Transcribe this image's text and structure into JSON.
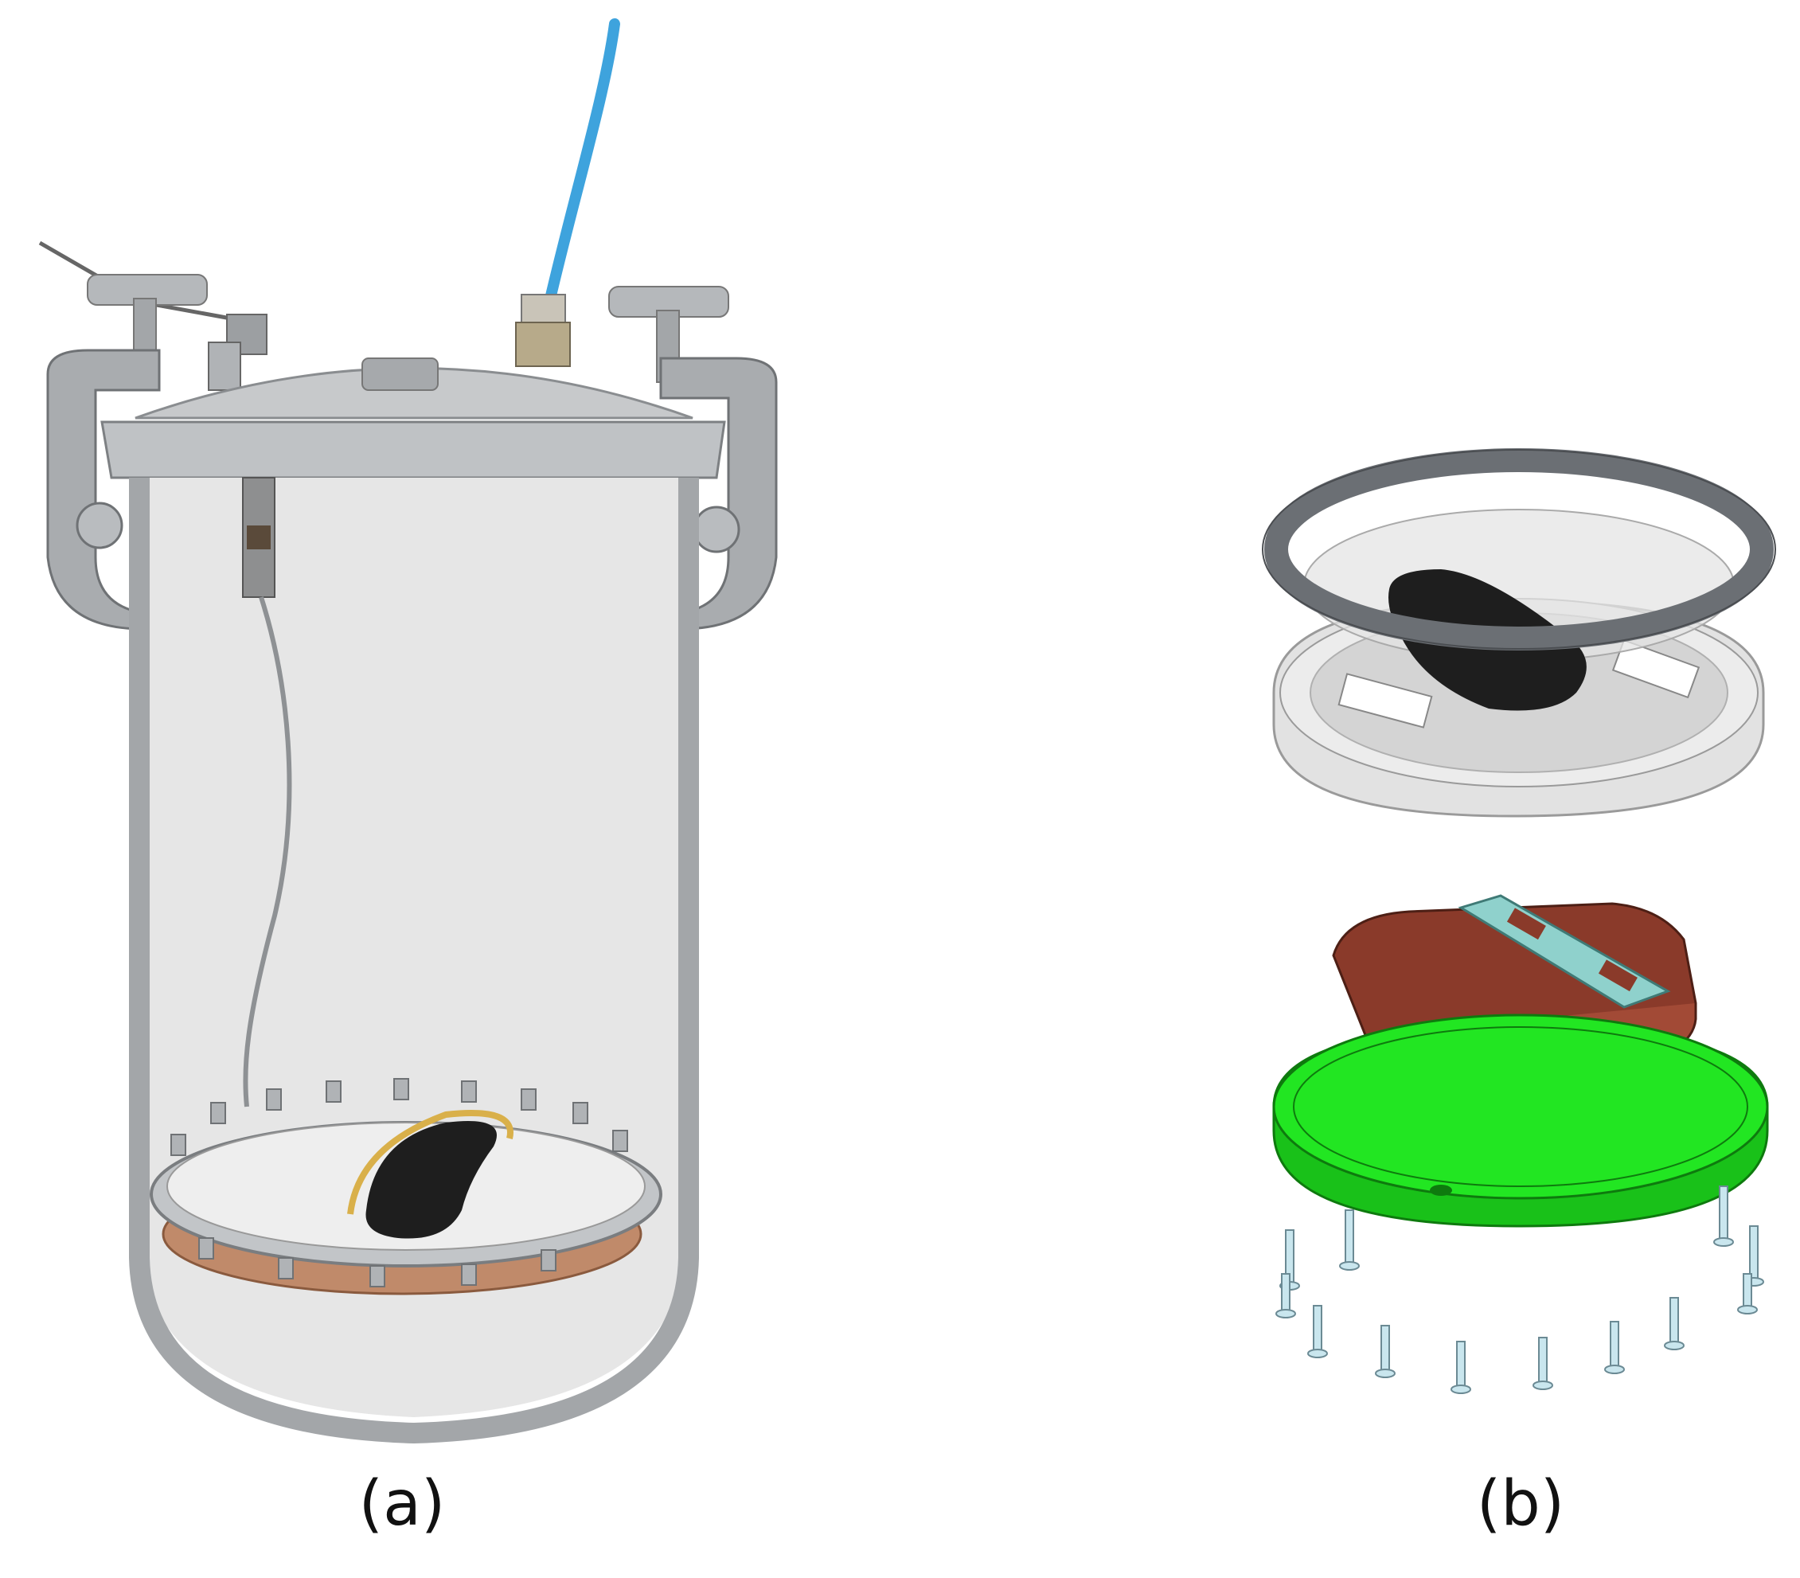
{
  "figure": {
    "panels": [
      {
        "id": "a",
        "label": "(a)"
      },
      {
        "id": "b",
        "label": "(b)"
      }
    ]
  },
  "colors": {
    "tube_blue": "#3ea3dd",
    "vessel_glass": "#e6e6e6",
    "galvanized_metal": "#a9acaf",
    "ring_dark_gray": "#6b6f74",
    "plate_light_gray": "#e2e2e2",
    "insole_black": "#1e1e1e",
    "last_brown": "#8a3a2a",
    "strip_teal": "#8fd1cc",
    "base_green": "#22e622"
  },
  "icons": {
    "pressure_vessel": "pressure-vessel-photo",
    "exploded_assembly": "exploded-cad-assembly"
  }
}
